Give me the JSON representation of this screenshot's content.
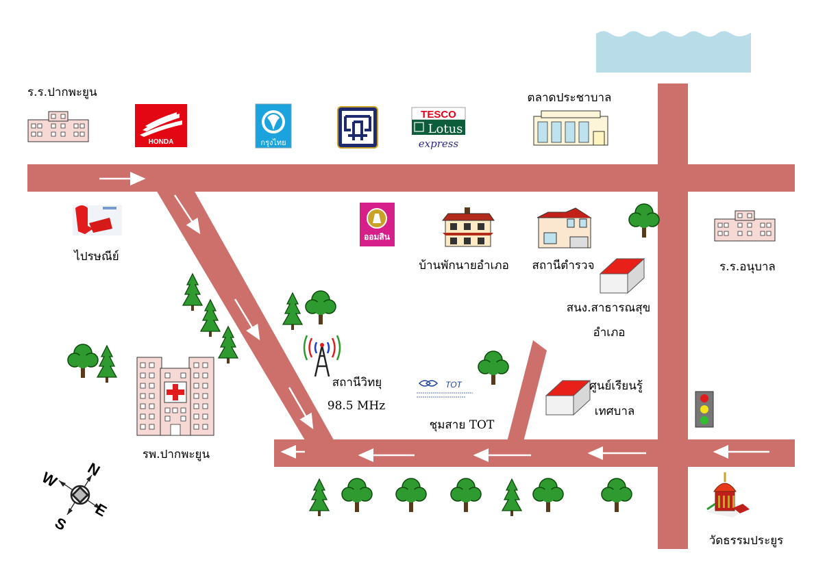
{
  "map": {
    "colors": {
      "road": "#cd6f6b",
      "water": "#b8dde8",
      "tree_green": "#2e8b2e",
      "building_pink": "#f4d6d2",
      "red_roof": "#e0201c"
    },
    "labels": {
      "school_paktha": "ร.ร.ปากพะยูน",
      "market": "ตลาดประชาบาล",
      "post_office": "ไปรษณีย์",
      "district_residence": "บ้านพักนายอำเภอ",
      "police_station": "สถานีตำรวจ",
      "kindergarten": "ร.ร.อนุบาล",
      "health_office_1": "สนง.สาธารณสุข",
      "health_office_2": "อำเภอ",
      "radio_1": "สถานีวิทยุ",
      "radio_2": "98.5 MHz",
      "learning_center_1": "ศูนย์เรียนรู้",
      "learning_center_2": "เทศบาล",
      "tot_exchange": "ชุมสาย TOT",
      "hospital": "รพ.ปากพะยูน",
      "temple": "วัดธรรมประยูร"
    },
    "logos": {
      "honda": "HONDA",
      "ktb": "กรุงไทย",
      "tesco": "TESCO",
      "lotus": "Lotus",
      "express": "express",
      "gsb": "ออมสิน",
      "tot": "TOT"
    },
    "compass": {
      "n": "N",
      "e": "E",
      "s": "S",
      "w": "W"
    },
    "icons": [
      "water-icon",
      "school-icon",
      "honda-logo-icon",
      "ktb-logo-icon",
      "bank-logo-icon",
      "tesco-lotus-logo-icon",
      "market-building-icon",
      "post-box-icon",
      "gsb-logo-icon",
      "residence-house-icon",
      "police-station-icon",
      "tree-icon",
      "radio-tower-icon",
      "tot-logo-icon",
      "hospital-icon",
      "red-roof-house-icon",
      "traffic-light-icon",
      "temple-icon",
      "compass-icon",
      "direction-arrow-icon"
    ]
  }
}
